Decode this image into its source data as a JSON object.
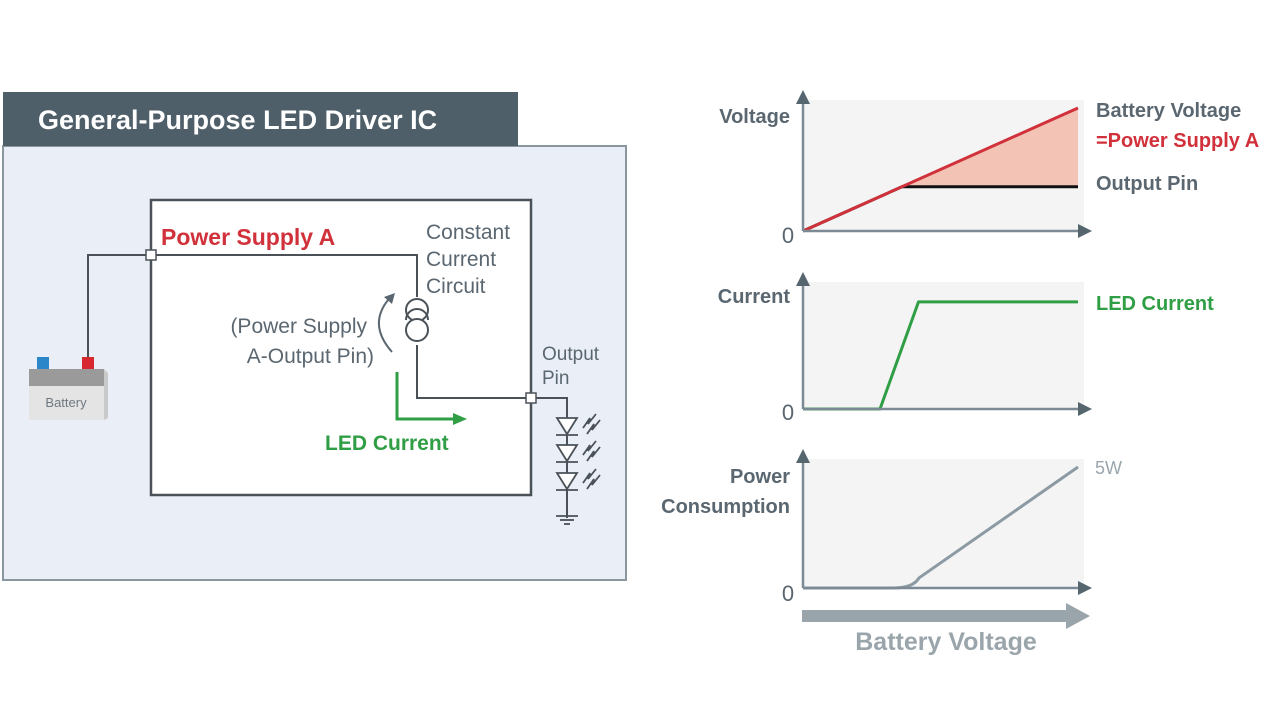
{
  "colors": {
    "header_bg": "#4f5f69",
    "ic_panel_bg": "#e9eef7",
    "ic_panel_border": "#8a979f",
    "wire": "#4a5258",
    "red": "#d0313b",
    "green": "#2f9e44",
    "gray_text": "#5b6770",
    "chart_bg": "#f4f4f4",
    "axis": "#6b7b86",
    "fill_red": "#f3c3b5",
    "power_line": "#8c9aa3"
  },
  "diagram": {
    "title": "General-Purpose LED Driver IC",
    "power_supply_label": "Power Supply A",
    "ccc_label": [
      "Constant",
      "Current",
      "Circuit"
    ],
    "voltage_drop_label": [
      "(Power Supply",
      "A-Output Pin)"
    ],
    "output_pin_label": [
      "Output",
      "Pin"
    ],
    "led_current_label": "LED Current",
    "battery_label": "Battery"
  },
  "chart_data": [
    {
      "type": "line",
      "title": "",
      "ylabel": "Voltage",
      "xlabel": "Battery Voltage",
      "origin_label": "0",
      "xlim": [
        0,
        1
      ],
      "ylim": [
        0,
        1
      ],
      "series": [
        {
          "name": "Battery Voltage =Power Supply A",
          "label_lines": [
            "Battery Voltage",
            "=Power Supply A"
          ],
          "x": [
            0,
            1
          ],
          "y": [
            0,
            1
          ]
        },
        {
          "name": "Output Pin",
          "label_lines": [
            "Output Pin"
          ],
          "x": [
            0,
            0.36,
            1
          ],
          "y": [
            0,
            0.36,
            0.36
          ]
        }
      ],
      "shaded_region": "between Battery Voltage and Output Pin, x > 0.36"
    },
    {
      "type": "line",
      "ylabel": "Current",
      "xlabel": "Battery Voltage",
      "origin_label": "0",
      "xlim": [
        0,
        1
      ],
      "ylim": [
        0,
        1
      ],
      "series": [
        {
          "name": "LED Current",
          "label_lines": [
            "LED Current"
          ],
          "x": [
            0,
            0.28,
            0.42,
            1
          ],
          "y": [
            0,
            0,
            0.9,
            0.9
          ]
        }
      ]
    },
    {
      "type": "line",
      "ylabel": "Power Consumption",
      "ylabel_lines": [
        "Power",
        "Consumption"
      ],
      "xlabel": "Battery Voltage",
      "origin_label": "0",
      "xlim": [
        0,
        1
      ],
      "ylim": [
        0,
        1
      ],
      "series": [
        {
          "name": "Power Consumption",
          "end_label": "5W",
          "x": [
            0,
            0.33,
            0.4,
            1
          ],
          "y": [
            0,
            0,
            0.05,
            1
          ]
        }
      ]
    }
  ],
  "x_axis_arrow_label": "Battery Voltage"
}
